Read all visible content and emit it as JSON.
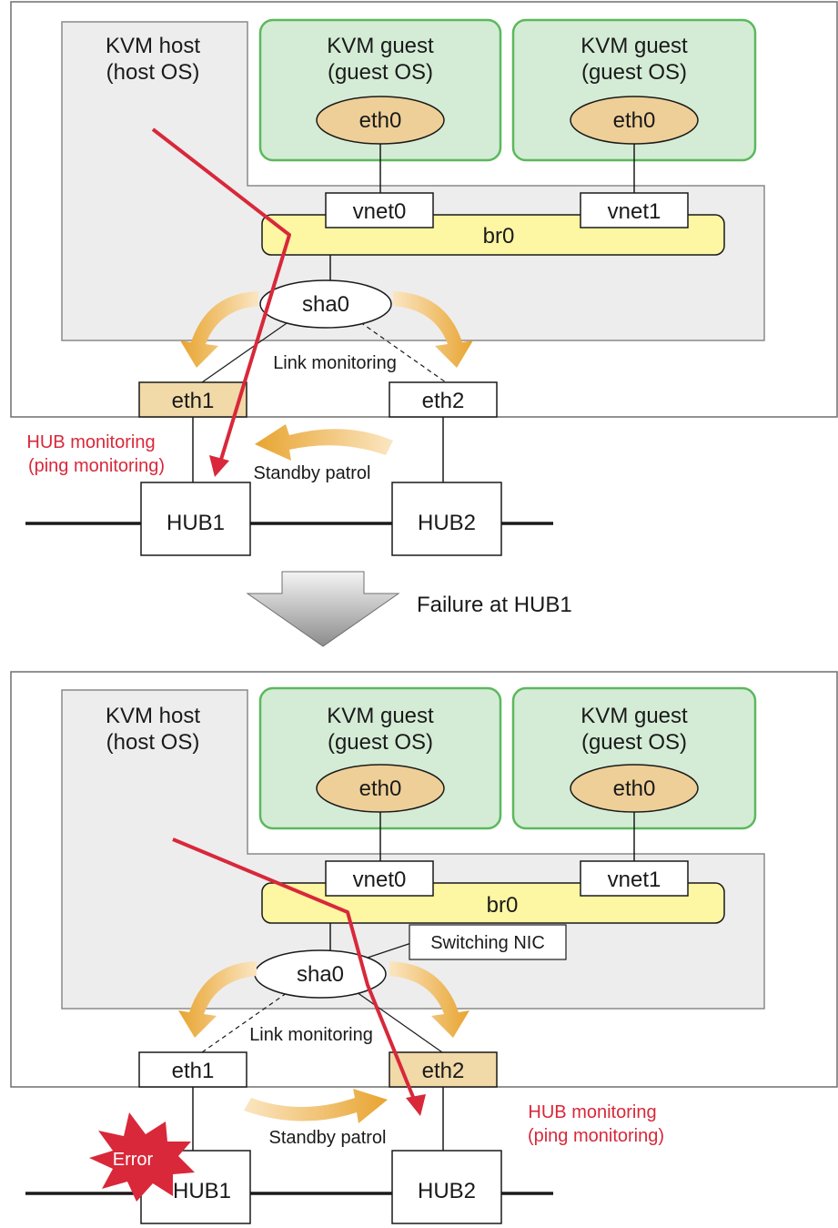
{
  "colors": {
    "host_bg": "#ededed",
    "guest_bg": "#d4ecd6",
    "guest_border": "#5cb85c",
    "bridge_fill": "#fdf6a3",
    "eth_oval_fill": "#eecf97",
    "active_nic_fill": "#f1d9a8",
    "arrow_orange": "#e8a430",
    "path_red": "#d8283a",
    "error_red": "#d8283a"
  },
  "host_label": [
    "KVM host",
    "(host OS)"
  ],
  "guest_label": [
    "KVM guest",
    "(guest OS)"
  ],
  "nodes": {
    "guest_nic": "eth0",
    "vnet0": "vnet0",
    "vnet1": "vnet1",
    "bridge": "br0",
    "virtual_nic": "sha0",
    "nic1": "eth1",
    "nic2": "eth2",
    "hub1": "HUB1",
    "hub2": "HUB2"
  },
  "labels": {
    "link_monitoring": "Link monitoring",
    "standby_patrol": "Standby patrol",
    "hub_monitoring": [
      "HUB monitoring",
      "(ping monitoring)"
    ],
    "switching_nic": "Switching NIC",
    "transition": "Failure at HUB1",
    "error": "Error"
  }
}
